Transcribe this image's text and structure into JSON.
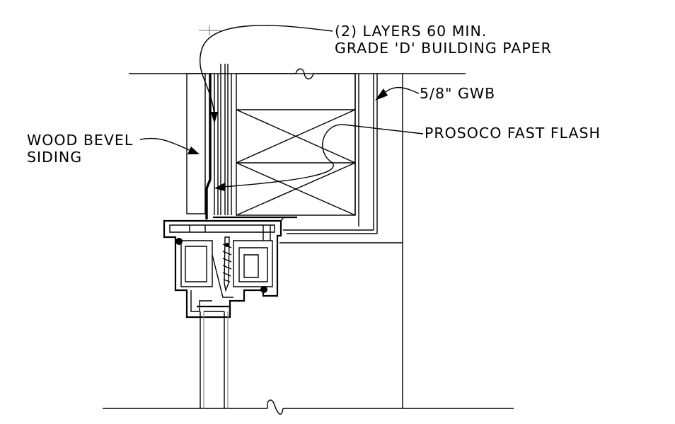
{
  "labels": {
    "building_paper_line1": "(2) LAYERS 60 MIN.",
    "building_paper_line2": "GRADE 'D' BUILDING PAPER",
    "gwb": "5/8\" GWB",
    "flash": "PROSOCO FAST FLASH",
    "siding_line1": "WOOD BEVEL",
    "siding_line2": "SIDING"
  },
  "colors": {
    "linework": "#000000",
    "light_linework": "#8a8a8a",
    "background": "#ffffff"
  }
}
